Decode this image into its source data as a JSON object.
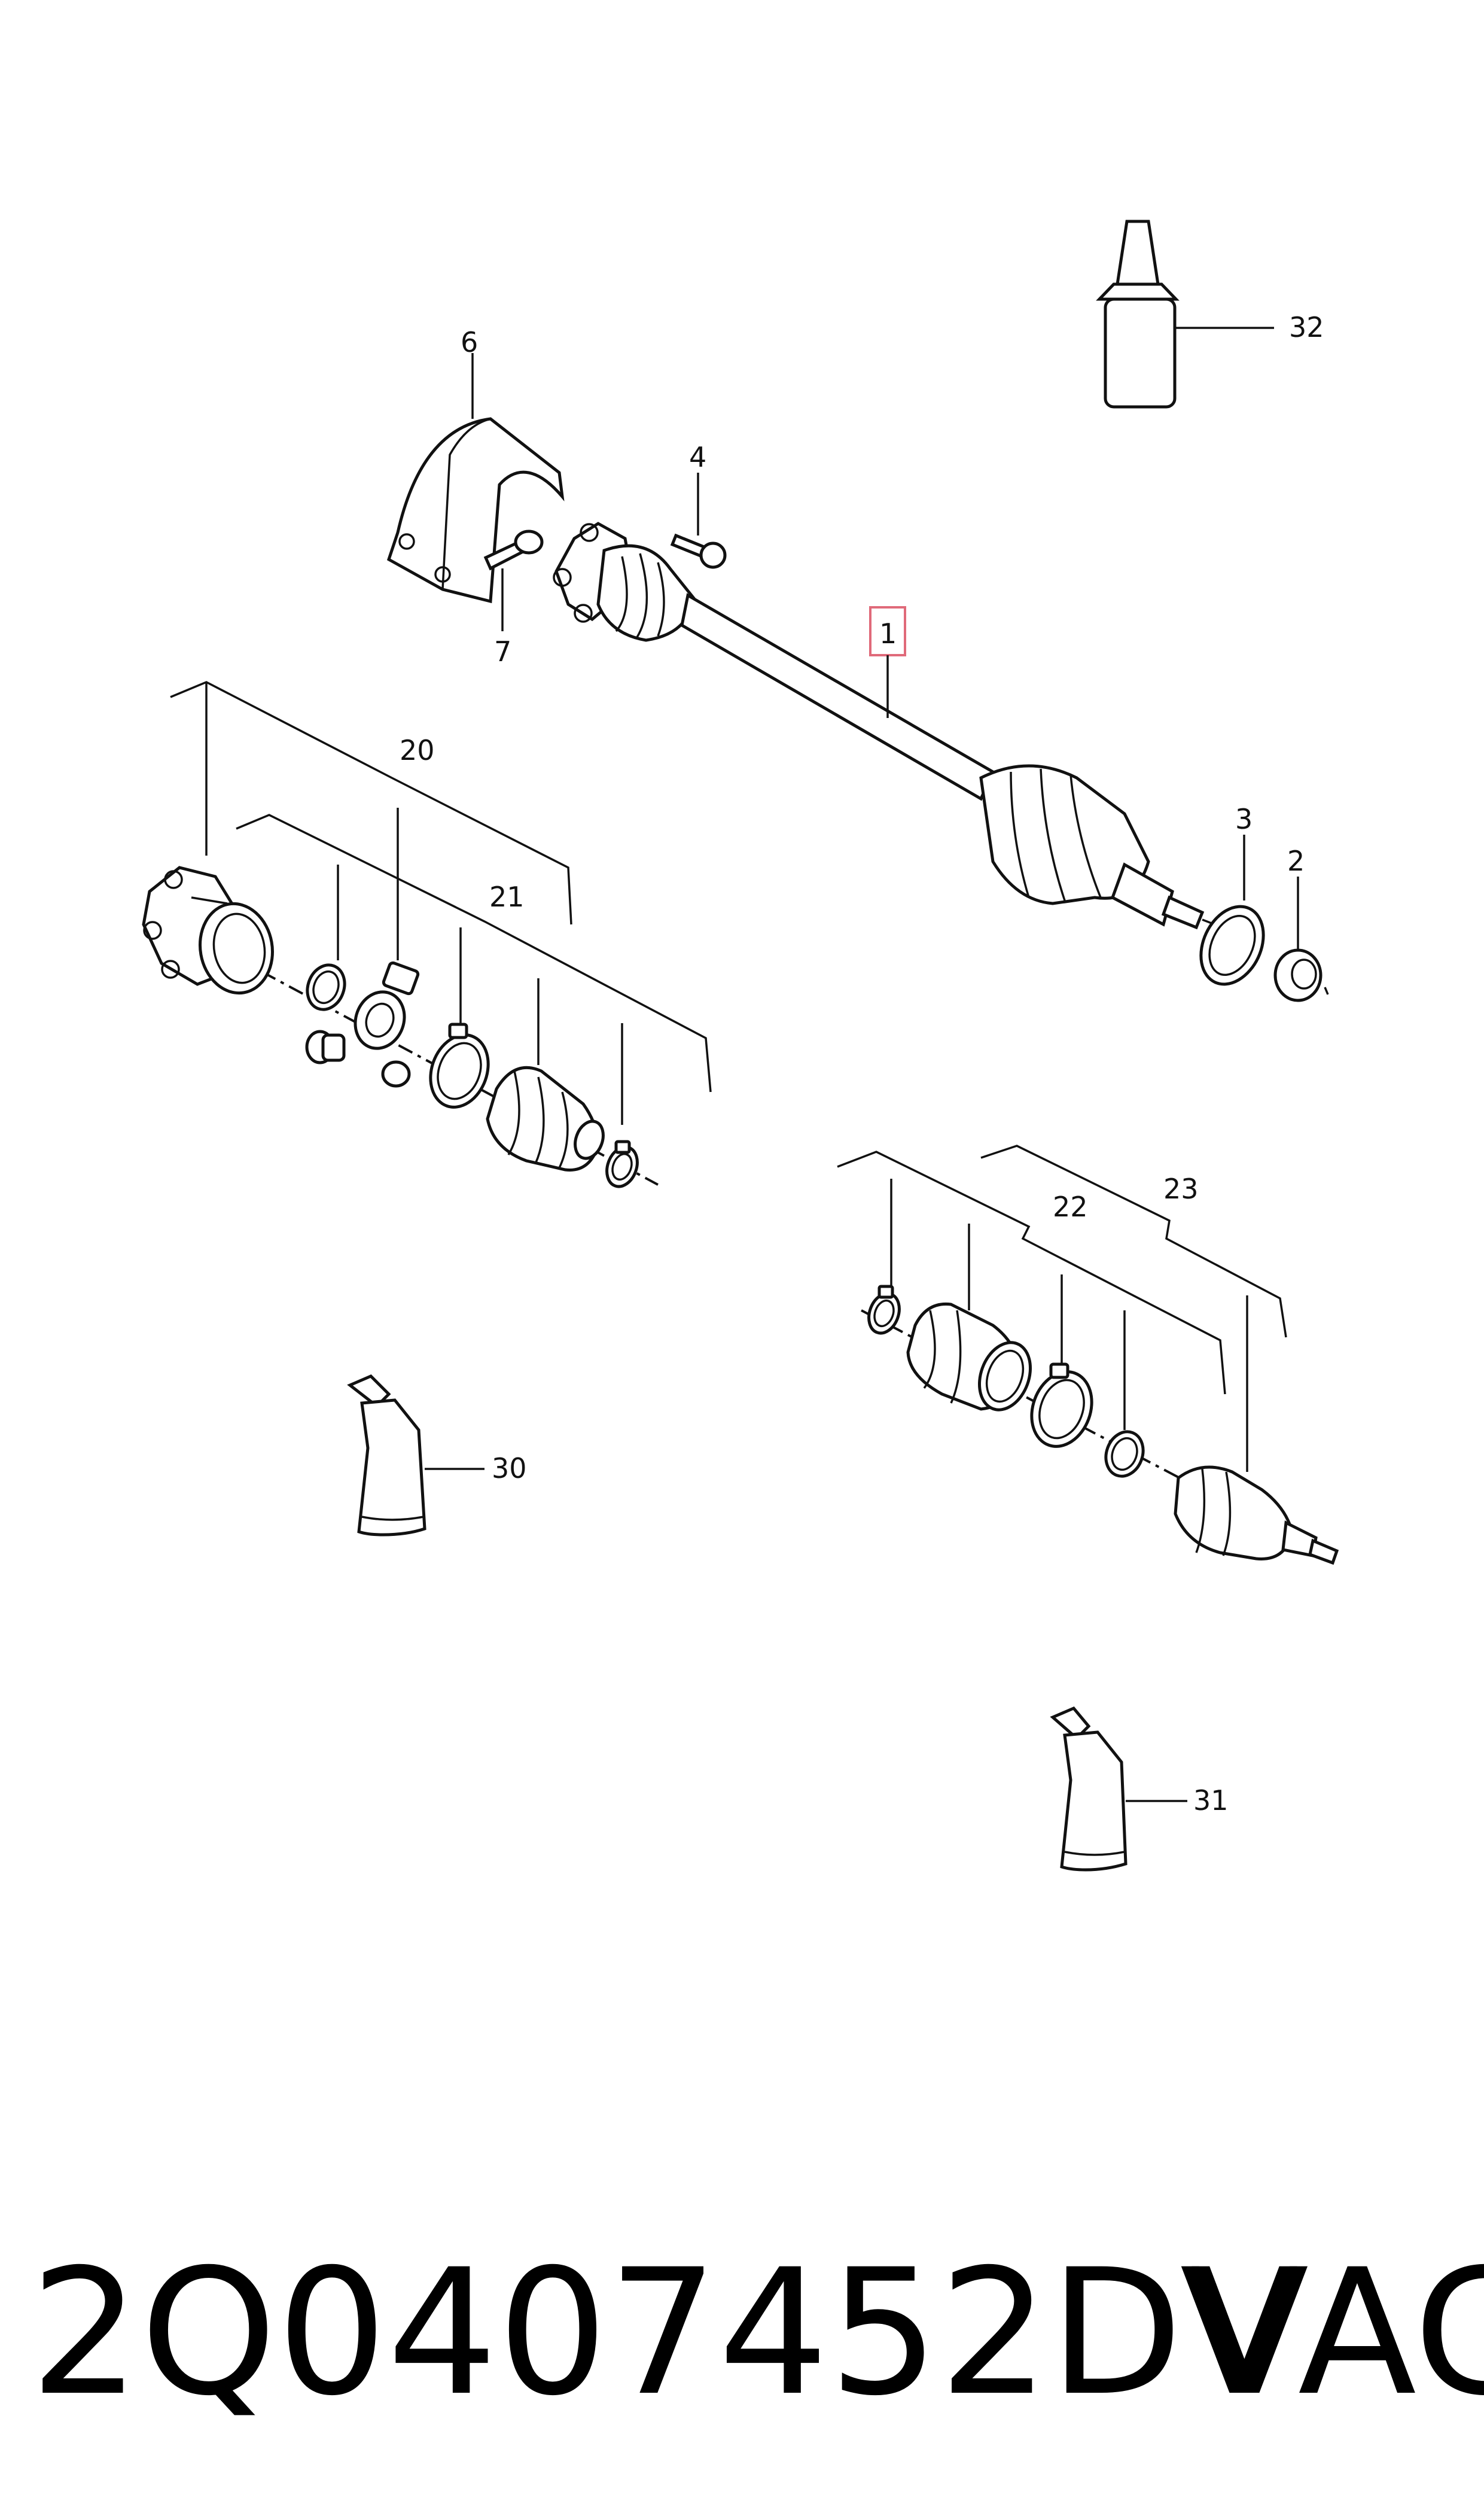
{
  "diagram": {
    "callouts": {
      "c1": "1",
      "c2": "2",
      "c3": "3",
      "c4": "4",
      "c6": "6",
      "c7": "7",
      "c20": "20",
      "c21": "21",
      "c22": "22",
      "c23": "23",
      "c30": "30",
      "c31": "31",
      "c32": "32"
    },
    "highlight_color": "#e06a7a"
  },
  "footer": {
    "part_number": "2Q0407452DV",
    "brand": "VAG"
  }
}
